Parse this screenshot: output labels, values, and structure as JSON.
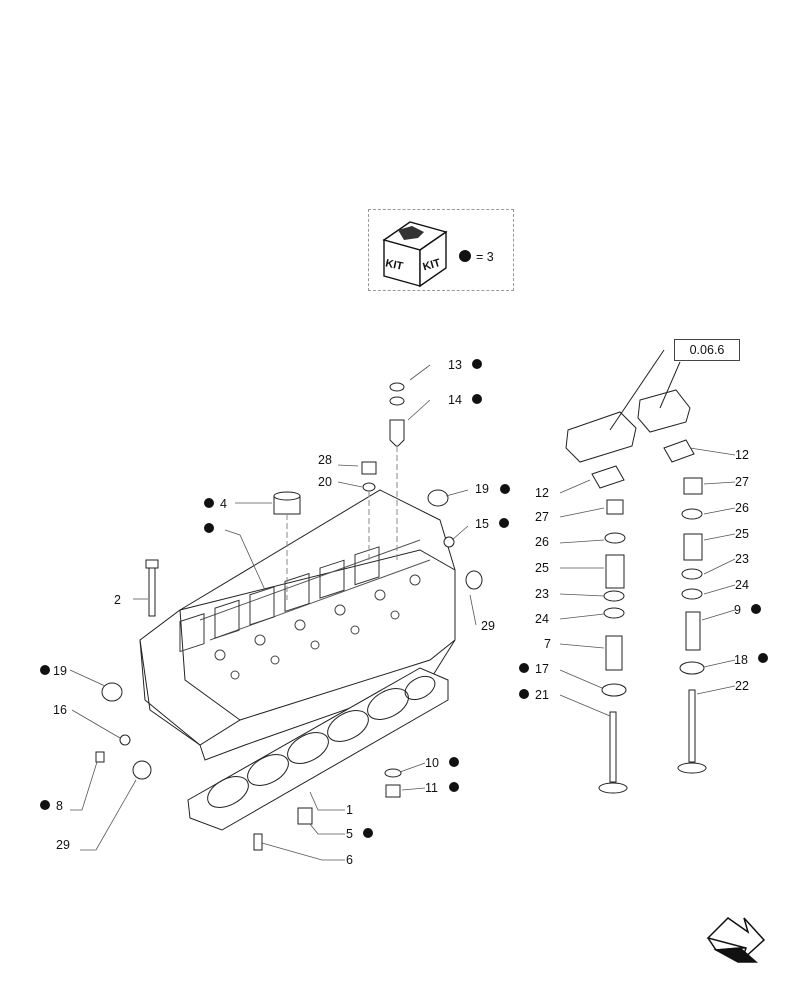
{
  "kit": {
    "kit_word_left": "KIT",
    "kit_word_right": "KIT",
    "legend_eq": "= 3"
  },
  "reference_box": "0.06.6",
  "callouts": [
    {
      "id": "c1",
      "text": "1",
      "dot": false
    },
    {
      "id": "c2",
      "text": "2",
      "dot": false
    },
    {
      "id": "c4",
      "text": "4",
      "dot": true
    },
    {
      "id": "cdot",
      "text": "",
      "dot": true
    },
    {
      "id": "c5",
      "text": "5",
      "dot": true
    },
    {
      "id": "c6",
      "text": "6",
      "dot": false
    },
    {
      "id": "c7",
      "text": "7",
      "dot": false
    },
    {
      "id": "c8",
      "text": "8",
      "dot": true
    },
    {
      "id": "c9",
      "text": "9",
      "dot": true
    },
    {
      "id": "c10",
      "text": "10",
      "dot": true
    },
    {
      "id": "c11",
      "text": "11",
      "dot": true
    },
    {
      "id": "c12a",
      "text": "12",
      "dot": false
    },
    {
      "id": "c12b",
      "text": "12",
      "dot": false
    },
    {
      "id": "c13",
      "text": "13",
      "dot": true
    },
    {
      "id": "c14",
      "text": "14",
      "dot": true
    },
    {
      "id": "c15",
      "text": "15",
      "dot": true
    },
    {
      "id": "c16",
      "text": "16",
      "dot": false
    },
    {
      "id": "c17",
      "text": "17",
      "dot": true
    },
    {
      "id": "c18",
      "text": "18",
      "dot": true
    },
    {
      "id": "c19a",
      "text": "19",
      "dot": true
    },
    {
      "id": "c19b",
      "text": "19",
      "dot": true
    },
    {
      "id": "c20",
      "text": "20",
      "dot": false
    },
    {
      "id": "c21",
      "text": "21",
      "dot": true
    },
    {
      "id": "c22",
      "text": "22",
      "dot": false
    },
    {
      "id": "c23a",
      "text": "23",
      "dot": false
    },
    {
      "id": "c23b",
      "text": "23",
      "dot": false
    },
    {
      "id": "c24a",
      "text": "24",
      "dot": false
    },
    {
      "id": "c24b",
      "text": "24",
      "dot": false
    },
    {
      "id": "c25a",
      "text": "25",
      "dot": false
    },
    {
      "id": "c25b",
      "text": "25",
      "dot": false
    },
    {
      "id": "c26a",
      "text": "26",
      "dot": false
    },
    {
      "id": "c26b",
      "text": "26",
      "dot": false
    },
    {
      "id": "c27a",
      "text": "27",
      "dot": false
    },
    {
      "id": "c27b",
      "text": "27",
      "dot": false
    },
    {
      "id": "c28",
      "text": "28",
      "dot": false
    },
    {
      "id": "c29a",
      "text": "29",
      "dot": false
    },
    {
      "id": "c29b",
      "text": "29",
      "dot": false
    }
  ],
  "icons": {
    "kit": "kit-box-icon",
    "nav": "next-page-arrow-icon"
  }
}
